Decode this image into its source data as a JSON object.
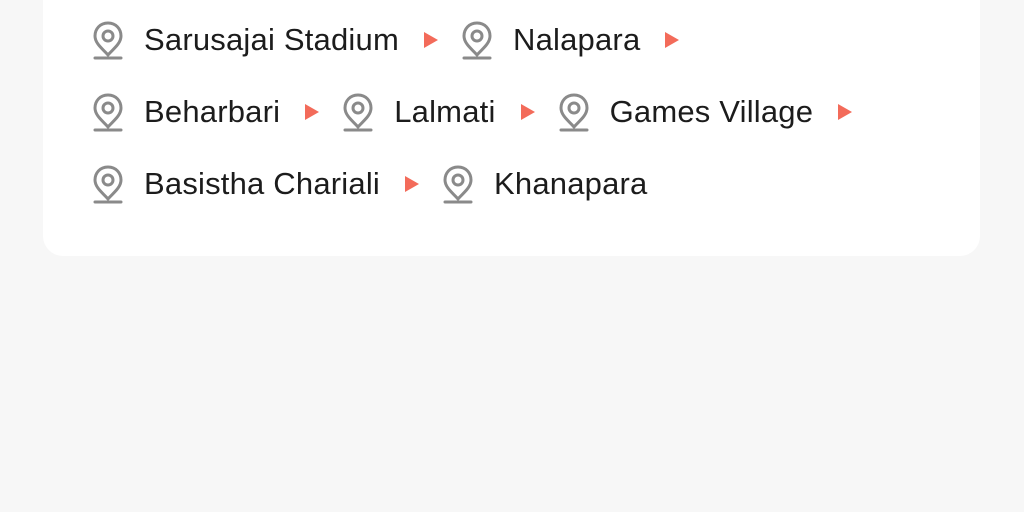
{
  "colors": {
    "background": "#f7f7f7",
    "card": "#ffffff",
    "arrow": "#f36b5a",
    "pin": "#8a8a8a",
    "text": "#1c1c1c"
  },
  "icons": {
    "stop": "map-pin-icon",
    "separator": "triangle-right-icon"
  },
  "route": {
    "rows": [
      {
        "stops": [
          {
            "label": "Sarusajai Stadium"
          },
          {
            "label": "Nalapara"
          }
        ],
        "trailing_arrow": true
      },
      {
        "stops": [
          {
            "label": "Beharbari"
          },
          {
            "label": "Lalmati"
          },
          {
            "label": "Games Village"
          }
        ],
        "trailing_arrow": true
      },
      {
        "stops": [
          {
            "label": "Basistha Chariali"
          },
          {
            "label": "Khanapara"
          }
        ],
        "trailing_arrow": false
      }
    ]
  }
}
